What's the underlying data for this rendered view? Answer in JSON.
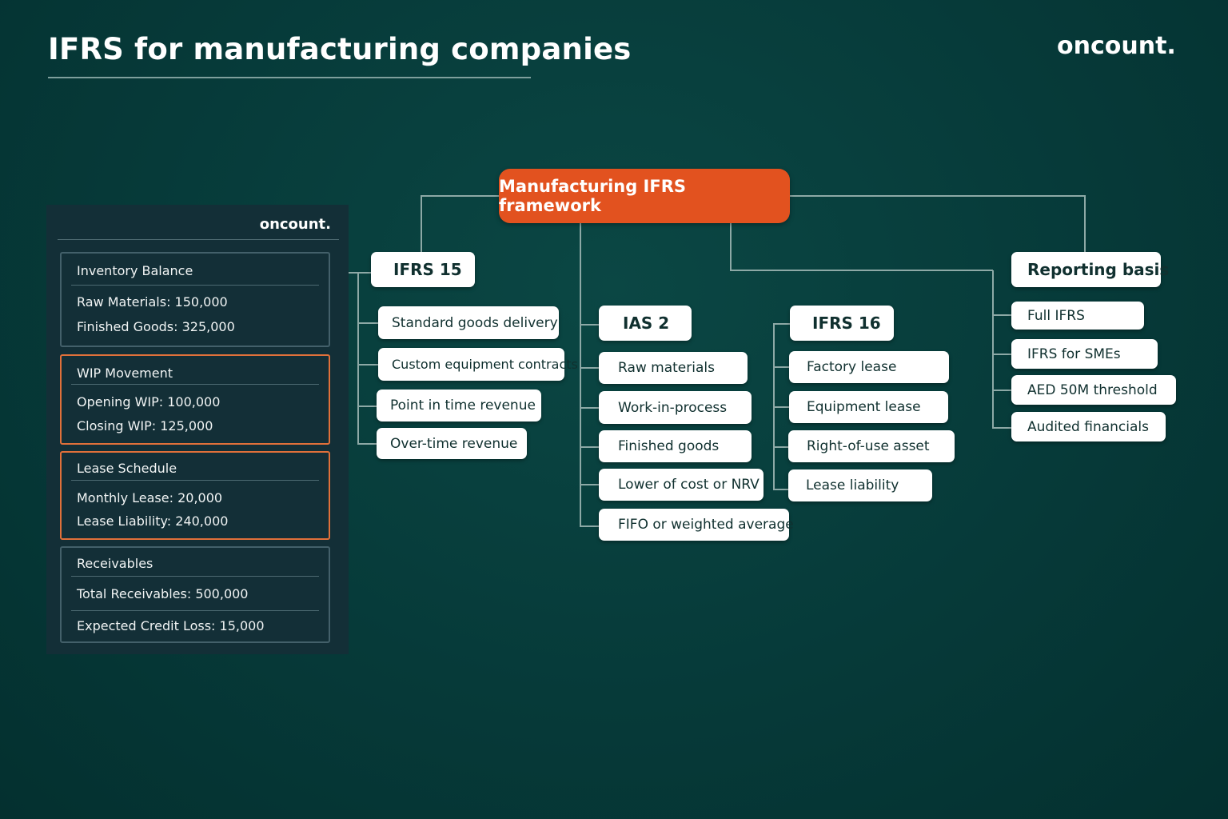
{
  "header": {
    "title": "IFRS for manufacturing companies",
    "brand": "oncount."
  },
  "panel": {
    "brand": "oncount.",
    "cards": [
      {
        "title": "Inventory Balance",
        "lines": [
          "Raw Materials: 150,000",
          "Finished Goods: 325,000"
        ]
      },
      {
        "title": "WIP Movement",
        "lines": [
          "Opening WIP: 100,000",
          "Closing WIP: 125,000"
        ],
        "highlight": true
      },
      {
        "title": "Lease Schedule",
        "lines": [
          "Monthly Lease: 20,000",
          "Lease Liability: 240,000"
        ],
        "highlight": true
      },
      {
        "title": "Receivables",
        "lines": [
          "Total Receivables: 500,000",
          "Expected Credit Loss: 15,000"
        ]
      }
    ]
  },
  "diagram": {
    "root": "Manufacturing IFRS framework",
    "branches": [
      {
        "title": "IFRS 15",
        "items": [
          "Standard goods delivery",
          "Custom equipment contracts",
          "Point in time revenue",
          "Over-time revenue"
        ]
      },
      {
        "title": "IAS 2",
        "items": [
          "Raw materials",
          "Work-in-process",
          "Finished goods",
          "Lower of cost or NRV",
          "FIFO or weighted average"
        ]
      },
      {
        "title": "IFRS 16",
        "items": [
          "Factory lease",
          "Equipment lease",
          "Right-of-use asset",
          "Lease liability"
        ]
      },
      {
        "title": "Reporting basis",
        "items": [
          "Full IFRS",
          "IFRS for SMEs",
          "AED 50M threshold",
          "Audited financials"
        ]
      }
    ]
  },
  "colors": {
    "background": "#063a39",
    "panel": "#132f37",
    "accent": "#e2521f",
    "highlight_border": "#e0703a",
    "connector": "#8da9a6"
  }
}
